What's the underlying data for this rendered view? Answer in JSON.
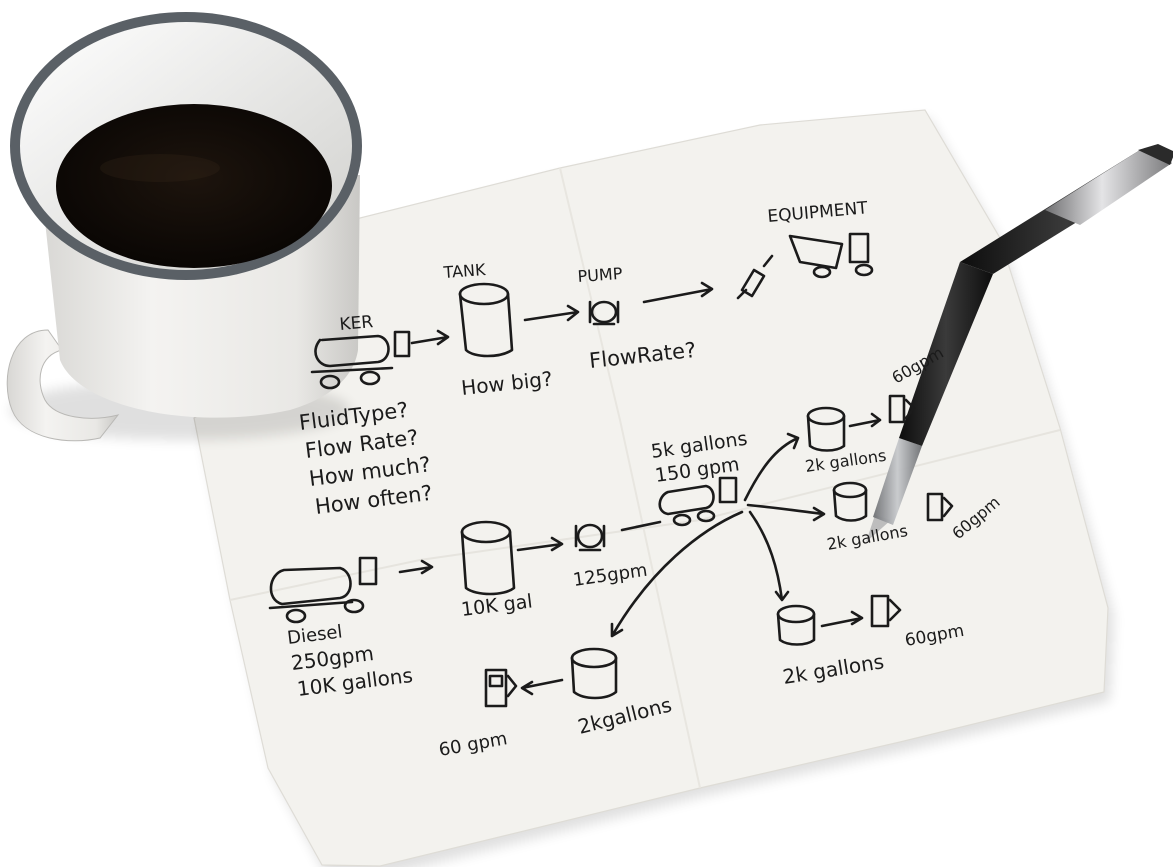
{
  "scene": {
    "description_free": true,
    "colors": {
      "background": "#ffffff",
      "napkin": "#f3f2ee",
      "ink": "#1b1b1b",
      "coffee": "#120c08",
      "mug": "#ecebe8",
      "mug_rim": "#4e545a",
      "pen_barrel": "#1a1a1a",
      "pen_cap": "#9a9a9c"
    }
  },
  "sketch": {
    "row1": {
      "equipment_label": "EQUIPMENT",
      "tank_label": "TANK",
      "pump_label": "PUMP",
      "tanker_label": "KER",
      "tank_question": "How big?",
      "pump_question": "FlowRate?",
      "tanker_questions": [
        "FluidType?",
        "Flow Rate?",
        "How much?",
        "How often?"
      ]
    },
    "row2": {
      "truck_notes": [
        "Diesel",
        "250gpm",
        "10K gallons"
      ],
      "tank_note": "10K gal",
      "pump_note": "125gpm",
      "mid_truck_notes": [
        "5k gallons",
        "150 gpm"
      ],
      "branch_top_tank": "2k gallons",
      "branch_top_rate": "60gpm",
      "branch_mid_tank": "2k gallons",
      "branch_mid_rate": "60gpm",
      "branch_low_tank": "2k gallons",
      "branch_low_rate": "60gpm",
      "branch_left_tank": "2kgallons",
      "branch_left_rate": "60 gpm"
    }
  }
}
